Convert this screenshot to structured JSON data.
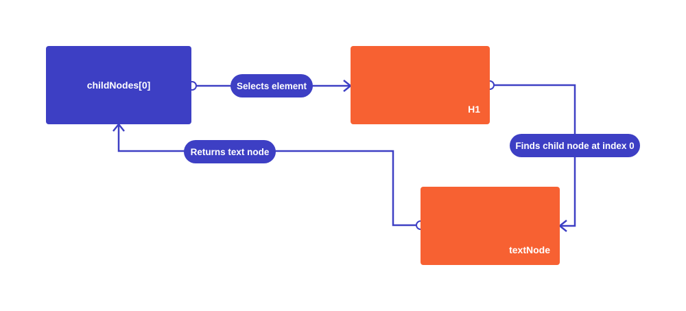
{
  "colors": {
    "blue": "#3d3fc4",
    "orange": "#f76132",
    "background": "#ffffff",
    "text": "#ffffff"
  },
  "nodes": {
    "childnodes": {
      "label": "childNodes[0]"
    },
    "h1": {
      "label": "H1"
    },
    "textnode": {
      "label": "textNode"
    }
  },
  "edges": {
    "selects": {
      "label": "Selects element"
    },
    "finds": {
      "label": "Finds child node at index 0"
    },
    "returns": {
      "label": "Returns text node"
    }
  }
}
